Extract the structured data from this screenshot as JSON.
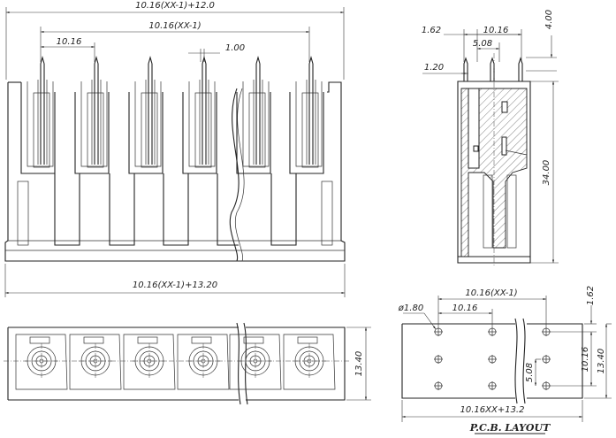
{
  "front_view": {
    "dim_overall_top": "10.16(XX-1)+12.0",
    "dim_pins": "10.16(XX-1)",
    "dim_pitch": "10.16",
    "dim_pin_width": "1.00",
    "dim_overall_bottom": "10.16(XX-1)+13.20"
  },
  "side_view": {
    "dim_pin_offset": "1.62",
    "dim_pitch": "10.16",
    "dim_spacing": "5.08",
    "dim_top": "4.00",
    "dim_pin_dia": "1.20",
    "dim_height": "34.00"
  },
  "bottom_view": {
    "dim_depth": "13.40"
  },
  "pcb_layout": {
    "dim_hole_dia": "ø1.80",
    "dim_hole_span": "10.16(XX-1)",
    "dim_pitch": "10.16",
    "dim_edge": "1.62",
    "dim_row_pitch": "10.16",
    "dim_depth": "13.40",
    "dim_row_spacing": "5.08",
    "dim_overall": "10.16XX+13.2",
    "title": "P.C.B. LAYOUT"
  }
}
